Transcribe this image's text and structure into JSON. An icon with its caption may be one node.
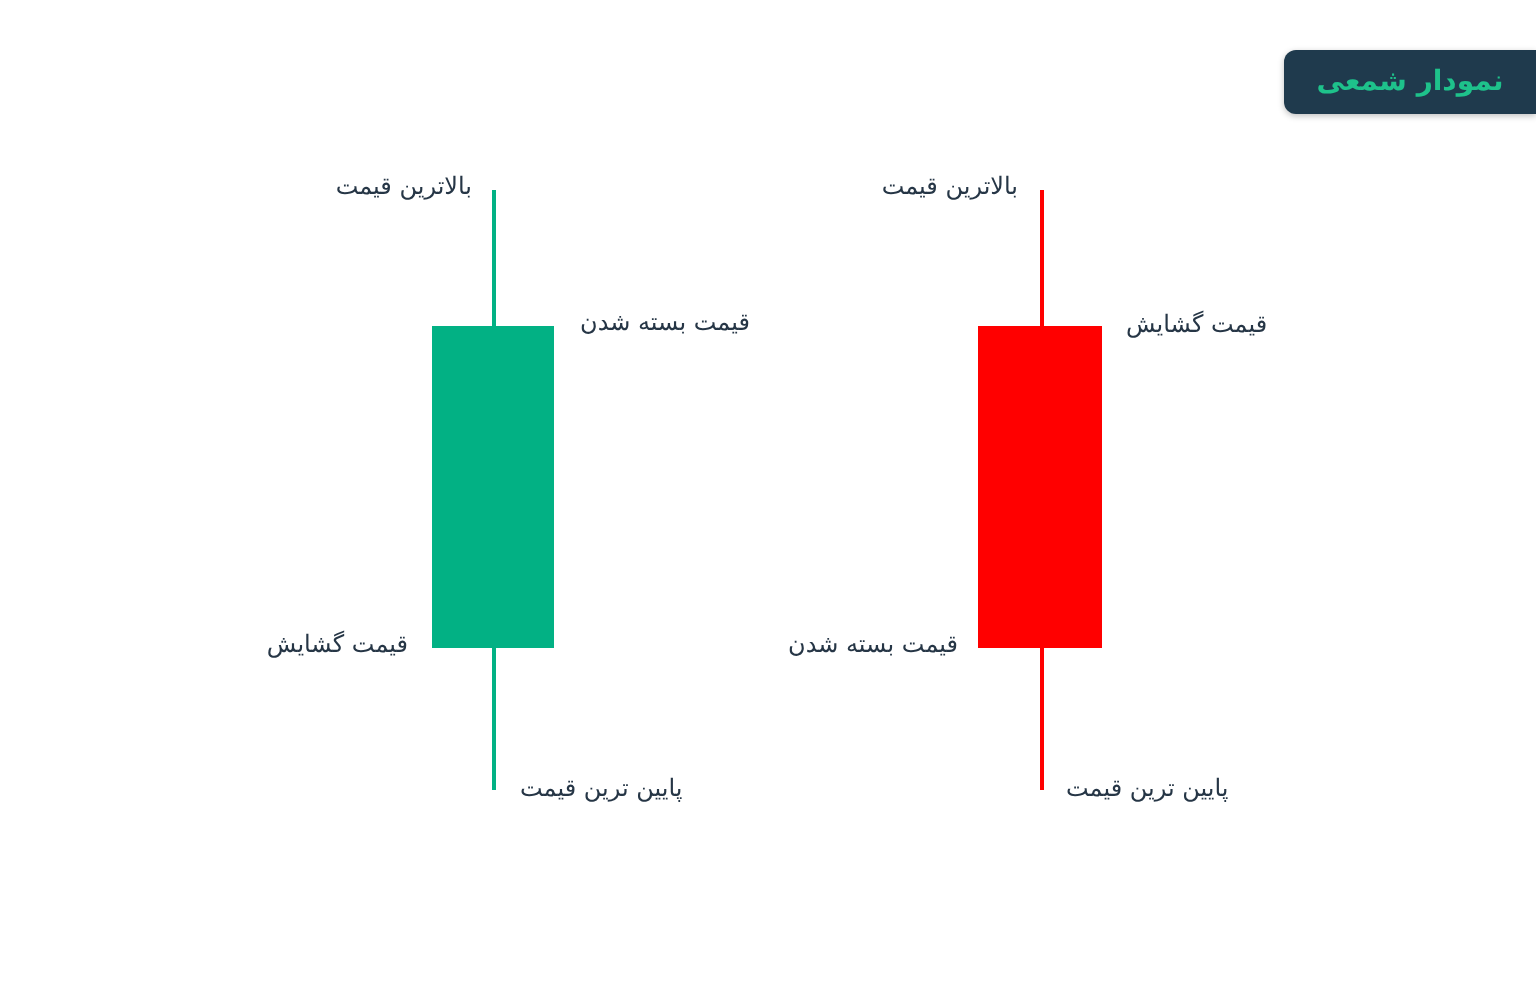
{
  "diagram": {
    "title": "نمودار شمعی",
    "labels": [
      "بالاترین قیمت",
      "قیمت بسته شدن",
      "قیمت گشایش",
      "پایین ترین قیمت",
      "بالاترین قیمت",
      "قیمت گشایش",
      "قیمت بسته شدن",
      "پایین ترین قیمت"
    ]
  }
}
